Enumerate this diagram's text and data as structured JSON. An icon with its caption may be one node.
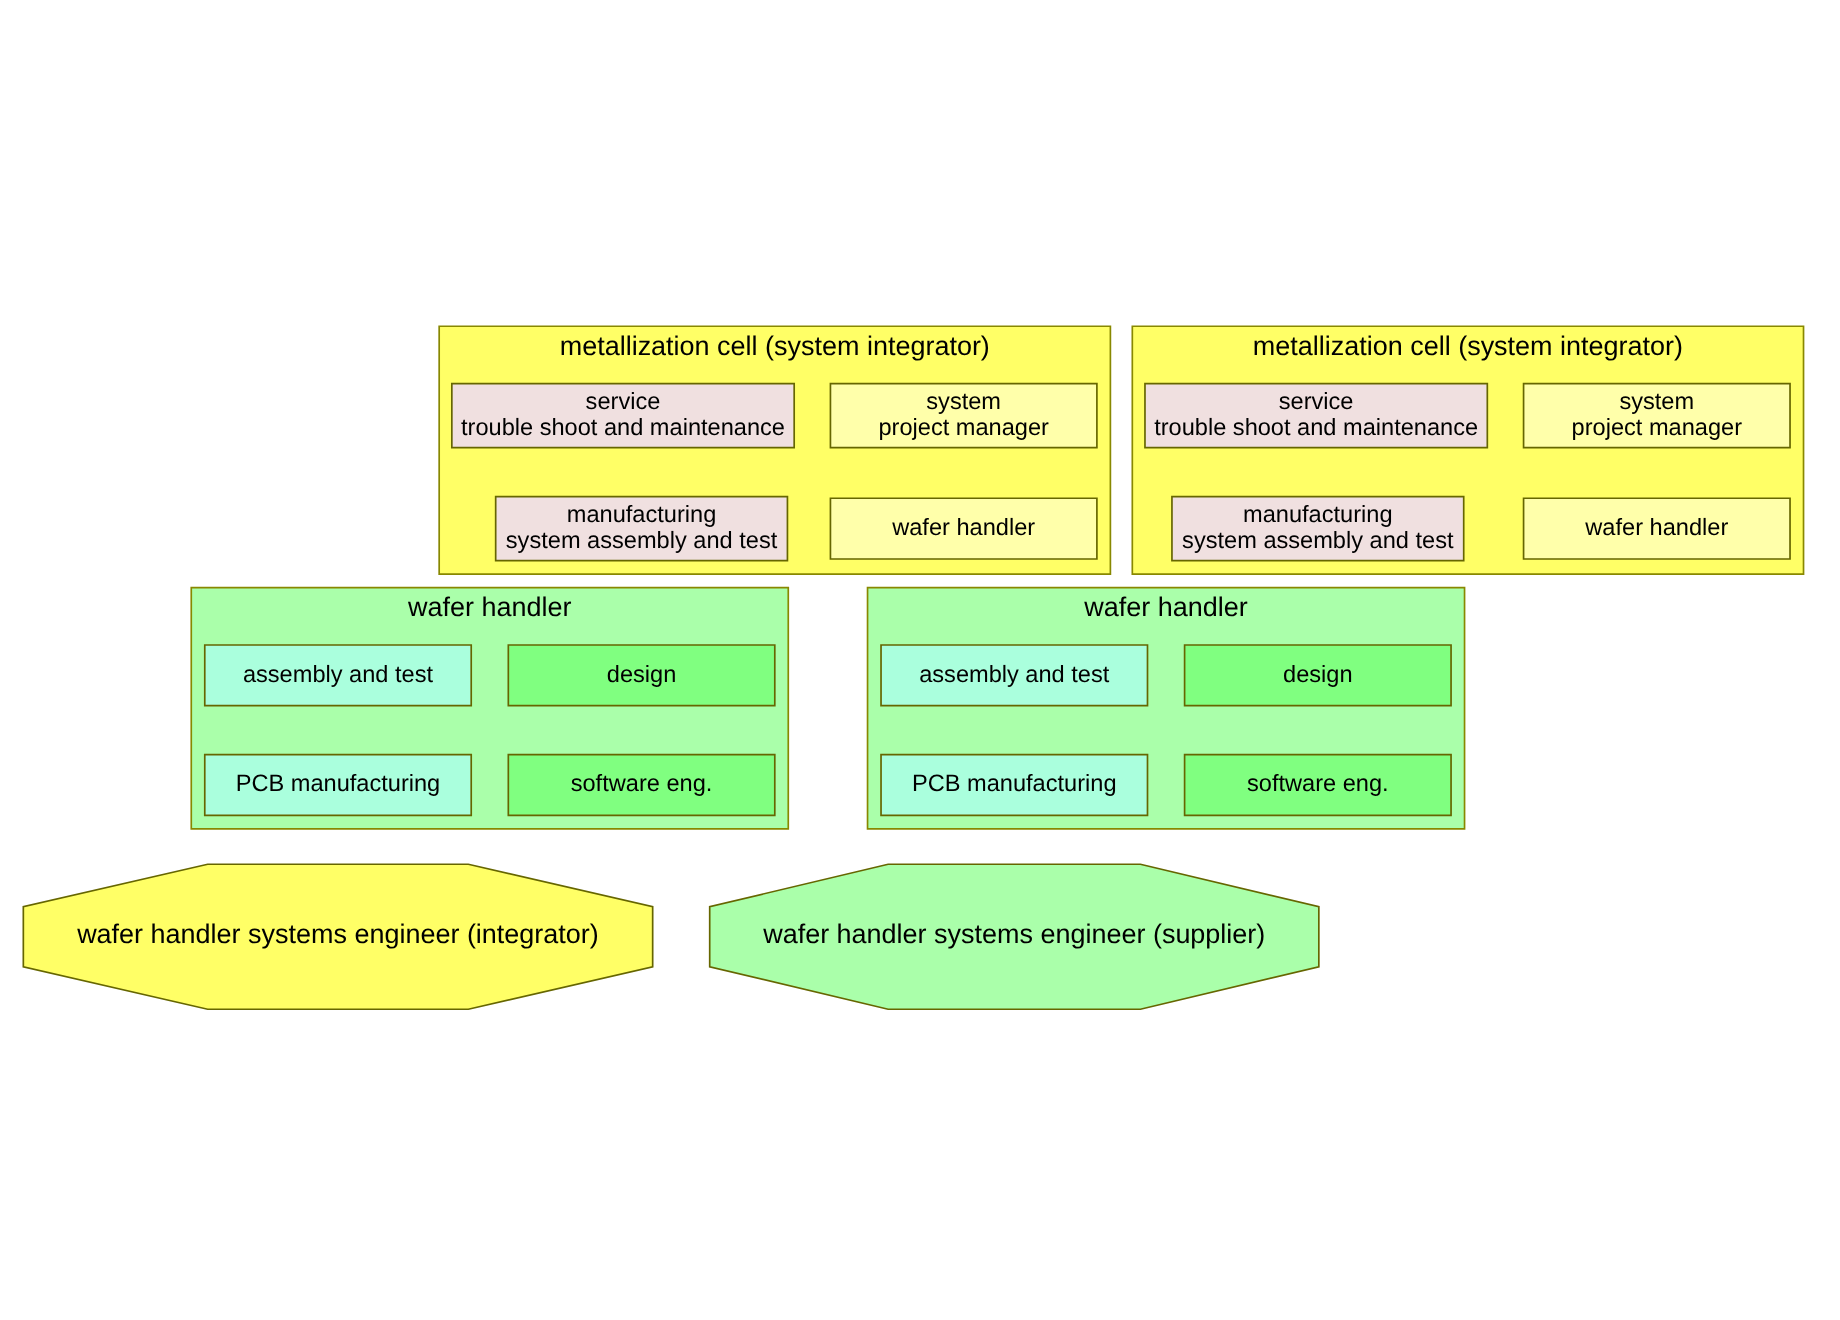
{
  "diagram": {
    "nodes": [
      {
        "text": [
          "metallization cell (system integrator)"
        ]
      },
      {
        "text": [
          "system",
          "project manager"
        ],
        "in": 0
      },
      {
        "text": [
          "service",
          "trouble shoot and maintenance"
        ],
        "in": 0
      },
      {
        "text": [
          "wafer handler"
        ],
        "in": 0
      },
      {
        "text": [
          "manufacturing",
          "system assembly and test"
        ],
        "in": 0
      },
      {
        "text": [
          "wafer handler"
        ]
      },
      {
        "text": [
          "design"
        ],
        "in": 5
      },
      {
        "text": [
          "assembly and test"
        ],
        "in": 5
      },
      {
        "text": [
          "software eng."
        ],
        "in": 5
      },
      {
        "text": [
          "PCB manufacturing"
        ],
        "in": 5
      },
      {
        "text": [
          "wafer handler systems engineer (integrator)"
        ]
      },
      {
        "text": [
          "metallization cell (system integrator)"
        ]
      },
      {
        "text": [
          "system",
          "project manager"
        ],
        "in": 11
      },
      {
        "text": [
          "service",
          "trouble shoot and maintenance"
        ],
        "in": 11
      },
      {
        "text": [
          "wafer handler"
        ],
        "in": 11
      },
      {
        "text": [
          "manufacturing",
          "system assembly and test"
        ],
        "in": 11
      },
      {
        "text": [
          "wafer handler"
        ]
      },
      {
        "text": [
          "design"
        ],
        "in": 16
      },
      {
        "text": [
          "assembly and test"
        ],
        "in": 16
      },
      {
        "text": [
          "software eng."
        ],
        "in": 16
      },
      {
        "text": [
          "PCB manufacturing"
        ],
        "in": 16
      },
      {
        "text": [
          "wafer handler systems engineer (supplier)"
        ]
      }
    ]
  }
}
